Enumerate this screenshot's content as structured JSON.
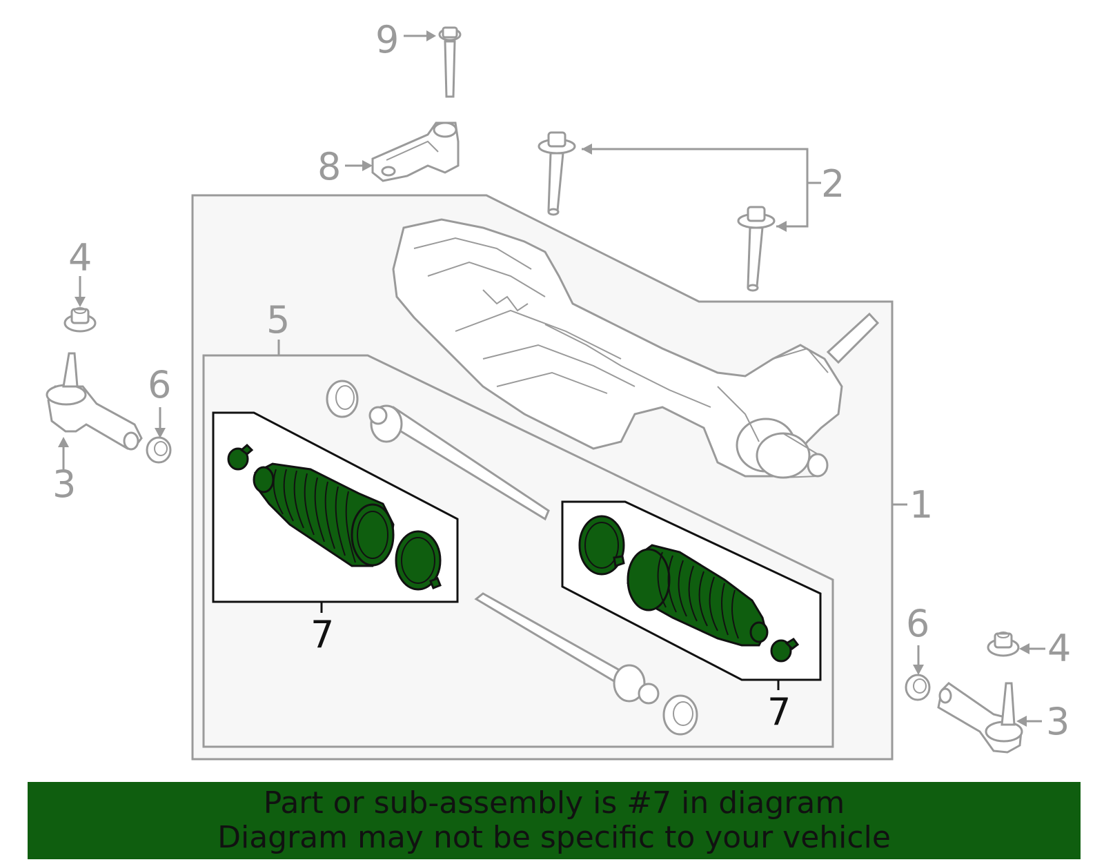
{
  "callouts": {
    "c1": "1",
    "c2": "2",
    "c3_left": "3",
    "c3_right": "3",
    "c4_left": "4",
    "c4_right": "4",
    "c5": "5",
    "c6_left": "6",
    "c6_right": "6",
    "c7_left": "7",
    "c7_right": "7",
    "c8": "8",
    "c9": "9"
  },
  "highlight_color": "#0f5e0f",
  "banner": {
    "line1": "Part or sub-assembly is #7 in diagram",
    "line2": "Diagram may not be specific to your vehicle"
  }
}
